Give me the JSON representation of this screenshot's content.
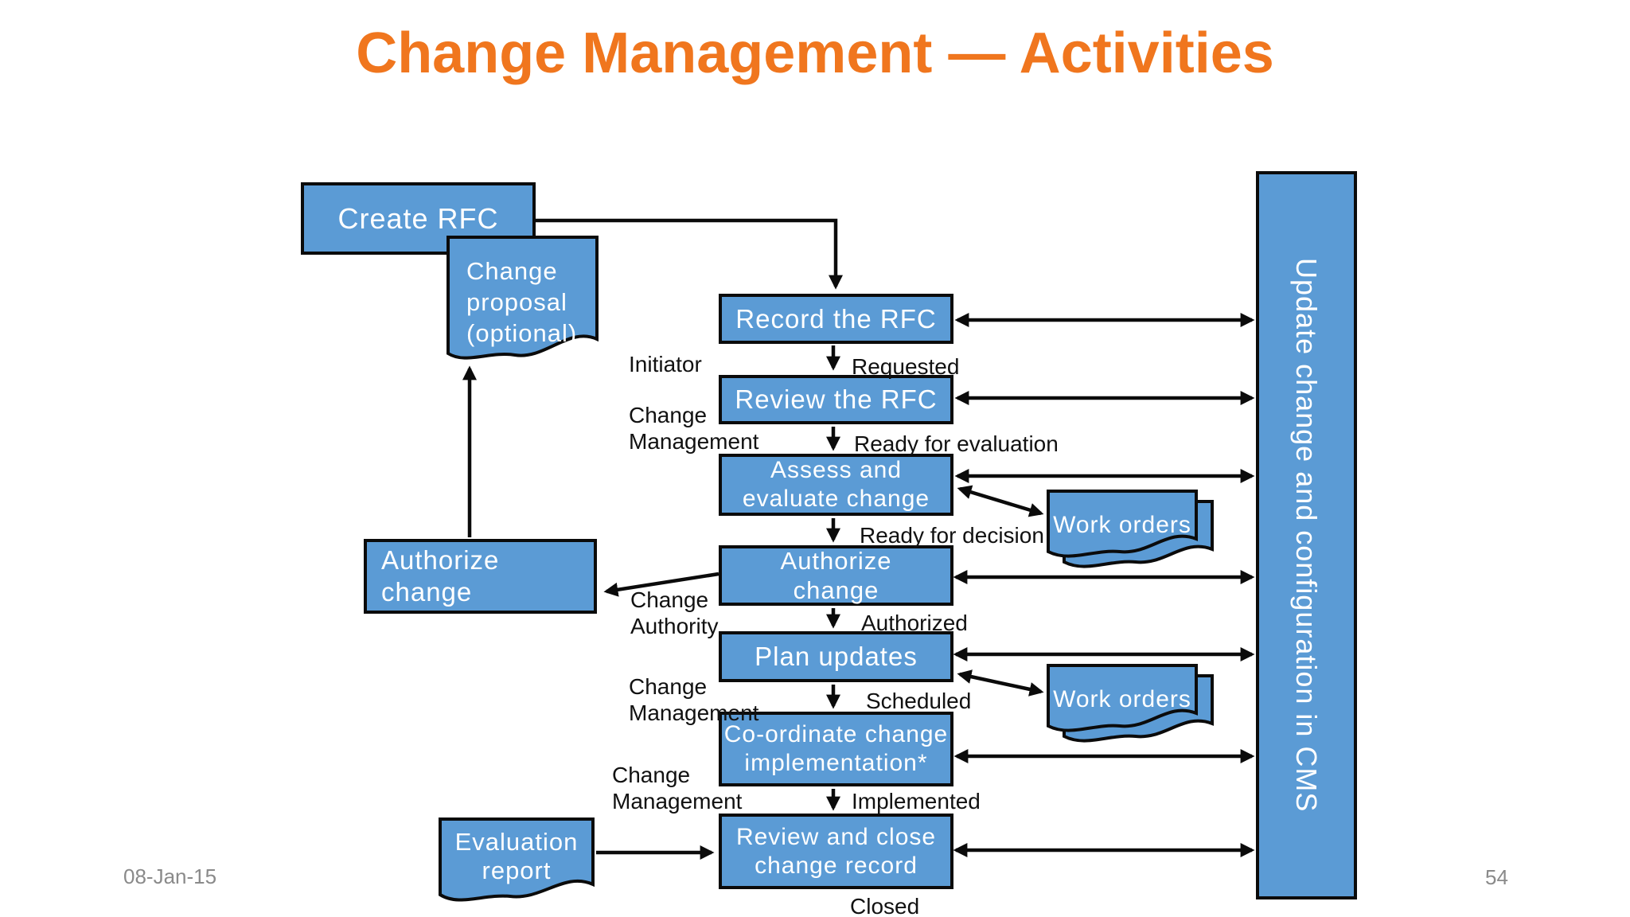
{
  "slide": {
    "title": "Change Management — Activities",
    "footer_date": "08-Jan-15",
    "page_number": "54"
  },
  "boxes": {
    "create_rfc": "Create RFC",
    "record_rfc": "Record the RFC",
    "review_rfc": "Review the RFC",
    "assess_evaluate": "Assess and\nevaluate change",
    "authorize_change_main": "Authorize\nchange",
    "plan_updates": "Plan updates",
    "coordinate_implementation": "Co-ordinate change\nimplementation*",
    "review_close": "Review and close\nchange record",
    "authorize_change_left": "Authorize\nchange",
    "update_cms": "Update change and configuration in CMS"
  },
  "documents": {
    "change_proposal": "Change\nproposal\n(optional)",
    "evaluation_report": "Evaluation\nreport",
    "work_orders_upper": "Work orders",
    "work_orders_lower": "Work orders"
  },
  "role_labels": {
    "initiator": "Initiator",
    "change_management_upper": "Change\nManagement",
    "change_authority": "Change\nAuthority",
    "change_management_middle": "Change\nManagement",
    "change_management_lower": "Change\nManagement"
  },
  "status_labels": {
    "requested": "Requested",
    "ready_for_evaluation": "Ready for evaluation",
    "ready_for_decision": "Ready for decision",
    "authorized": "Authorized",
    "scheduled": "Scheduled",
    "implemented": "Implemented",
    "closed": "Closed"
  },
  "colors": {
    "title_orange": "#F0761E",
    "shape_blue": "#5B9BD5",
    "shape_border": "#0B0B0B",
    "shape_text_white": "#FFFFFF",
    "label_black": "#111111",
    "footer_gray": "#8A8A8A"
  }
}
